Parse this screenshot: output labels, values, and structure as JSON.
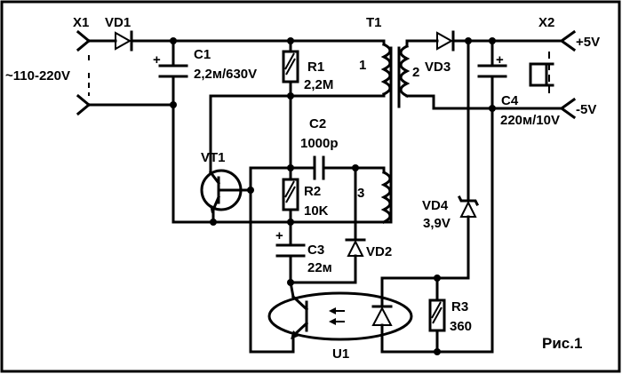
{
  "figure": {
    "caption": "Рис.1"
  },
  "labels": {
    "x1": "X1",
    "vd1": "VD1",
    "input_voltage": "~110-220V",
    "c1": "C1",
    "c1_value": "2,2м/630V",
    "r1": "R1",
    "r1_value": "2,2M",
    "t1": "T1",
    "winding1": "1",
    "winding2": "2",
    "winding3": "3",
    "vd3": "VD3",
    "x2": "X2",
    "out_plus": "+5V",
    "out_minus": "-5V",
    "c4": "C4",
    "c4_value": "220м/10V",
    "c2": "C2",
    "c2_value": "1000p",
    "vt1": "VT1",
    "r2": "R2",
    "r2_value": "10K",
    "vd4": "VD4",
    "vd4_value": "3,9V",
    "c3": "C3",
    "c3_value": "22м",
    "vd2": "VD2",
    "r3": "R3",
    "r3_value": "360",
    "u1": "U1",
    "plus": "+"
  }
}
